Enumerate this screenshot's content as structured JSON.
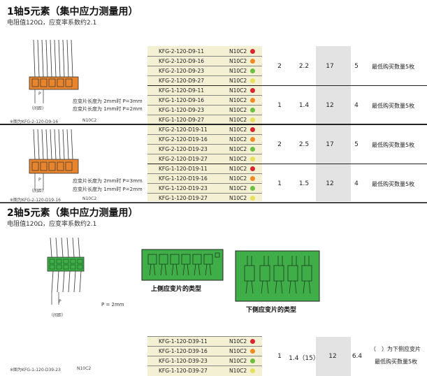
{
  "section1": {
    "title": "1轴5元素（集中应力测量用）",
    "subtitle": "电阻值120Ω，应变率系数约2.1",
    "spacing_label": "（间距）",
    "p_label": "P",
    "note_a1": "应变片长度为 2mm时 P=3mm",
    "note_a2": "应变片长度为 1mm时 P=2mm",
    "note_b1": "应变片长度为 2mm时 P=3mm",
    "note_b2": "应变片长度为 1mm时 P=2mm",
    "caption_a": "※图为KFG-2-120-D9-16",
    "caption_a_code": "N10C2",
    "caption_b": "※图为KFG-2-120-D19-16",
    "caption_b_code": "N10C2",
    "groups": [
      {
        "parts": [
          "KFG-2-120-D9-11",
          "KFG-2-120-D9-16",
          "KFG-2-120-D9-23",
          "KFG-2-120-D9-27"
        ],
        "codes": [
          "N10C2",
          "N10C2",
          "N10C2",
          "N10C2"
        ],
        "v1": "2",
        "v2": "2.2",
        "v3": "17",
        "v4": "5",
        "min": "最低购买数量5枚"
      },
      {
        "parts": [
          "KFG-1-120-D9-11",
          "KFG-1-120-D9-16",
          "KFG-1-120-D9-23",
          "KFG-1-120-D9-27"
        ],
        "codes": [
          "N10C2",
          "N10C2",
          "N10C2",
          "N10C2"
        ],
        "v1": "1",
        "v2": "1.4",
        "v3": "12",
        "v4": "4",
        "min": "最低购买数量5枚"
      },
      {
        "parts": [
          "KFG-2-120-D19-11",
          "KFG-2-120-D19-16",
          "KFG-2-120-D19-23",
          "KFG-2-120-D19-27"
        ],
        "codes": [
          "N10C2",
          "N10C2",
          "N10C2",
          "N10C2"
        ],
        "v1": "2",
        "v2": "2.5",
        "v3": "17",
        "v4": "5",
        "min": "最低购买数量5枚"
      },
      {
        "parts": [
          "KFG-1-120-D19-11",
          "KFG-1-120-D19-16",
          "KFG-1-120-D19-23",
          "KFG-1-120-D19-27"
        ],
        "codes": [
          "N10C2",
          "N10C2",
          "N10C2",
          "N10C2"
        ],
        "v1": "1",
        "v2": "1.5",
        "v3": "12",
        "v4": "4",
        "min": "最低购买数量5枚"
      }
    ]
  },
  "section2": {
    "title": "2轴5元素（集中应力测量用）",
    "subtitle": "电阻值120Ω，应变率系数约2.1",
    "spacing_label": "（间距）",
    "p_label": "P",
    "p_note": "P = 2mm",
    "upper_caption": "上侧应变片的类型",
    "lower_caption": "下侧应变片的类型",
    "caption": "※图为KFG-1-120-D39-23",
    "caption_code": "N10C2",
    "group": {
      "parts": [
        "KFG-1-120-D39-11",
        "KFG-1-120-D39-16",
        "KFG-1-120-D39-23",
        "KFG-1-120-D39-27"
      ],
      "codes": [
        "N10C2",
        "N10C2",
        "N10C2",
        "N10C2"
      ],
      "v1": "1",
      "v2": "1.4（15）",
      "v3": "12",
      "v4": "6.4",
      "note1": "（　）为下侧应变片",
      "min": "最低购买数量5枚"
    }
  },
  "colors": {
    "dots": [
      "#d8262c",
      "#f08a23",
      "#6cbf3f",
      "#e8e05a"
    ],
    "orange_gauge": "#e8842c",
    "green_gauge": "#3fae49",
    "table_bg": "#f3f0d4",
    "gray_col": "#e3e3e3"
  }
}
